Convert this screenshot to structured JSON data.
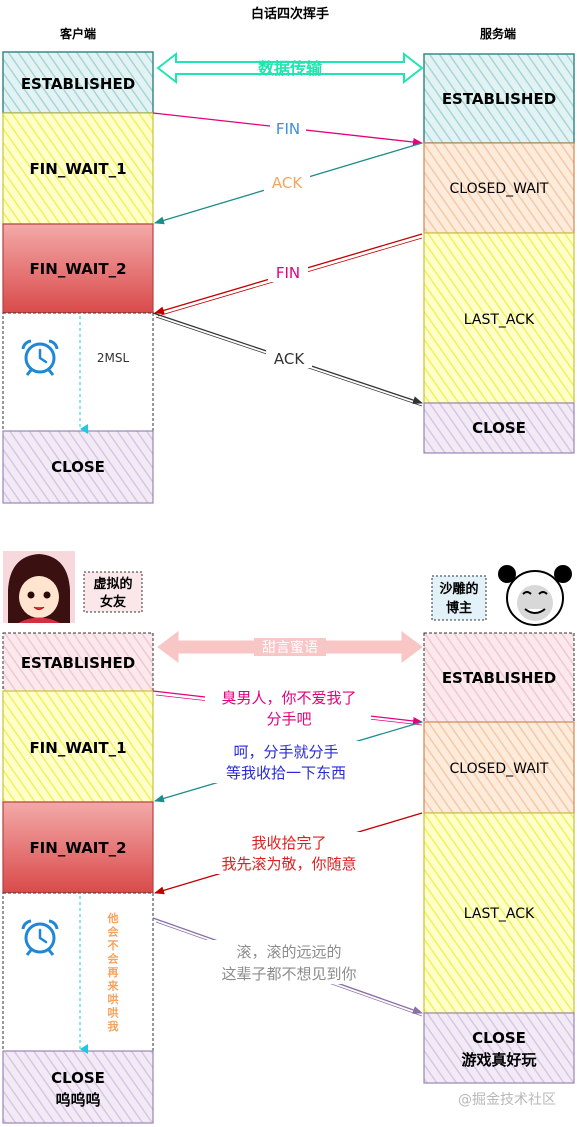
{
  "top": {
    "title": "白话四次挥手",
    "client_label": "客户端",
    "server_label": "服务端",
    "transfer_label": "数据传输",
    "client_states": [
      "ESTABLISHED",
      "FIN_WAIT_1",
      "FIN_WAIT_2",
      "CLOSE"
    ],
    "server_states": [
      "ESTABLISHED",
      "CLOSED_WAIT",
      "LAST_ACK",
      "CLOSE"
    ],
    "msg_fin1": "FIN",
    "msg_ack1": "ACK",
    "msg_fin2": "FIN",
    "msg_ack2": "ACK",
    "wait_label": "2MSL"
  },
  "bottom": {
    "girl_label_1": "虚拟的",
    "girl_label_2": "女友",
    "boy_label_1": "沙雕的",
    "boy_label_2": "博主",
    "transfer_label": "甜言蜜语",
    "client_states": [
      "ESTABLISHED",
      "FIN_WAIT_1",
      "FIN_WAIT_2"
    ],
    "client_close_1": "CLOSE",
    "client_close_2": "呜呜呜",
    "server_states": [
      "ESTABLISHED",
      "CLOSED_WAIT",
      "LAST_ACK"
    ],
    "server_close_1": "CLOSE",
    "server_close_2": "游戏真好玩",
    "msg1_line1": "臭男人，你不爱我了",
    "msg1_line2": "分手吧",
    "msg2_line1": "呵，分手就分手",
    "msg2_line2": "等我收拾一下东西",
    "msg3_line1": "我收拾完了",
    "msg3_line2": "我先滚为敬，你随意",
    "msg4_line1": "滚，滚的远远的",
    "msg4_line2": "这辈子都不想见到你",
    "wait_label": "他会不会再来哄哄我"
  },
  "watermark": "@掘金技术社区",
  "colors": {
    "established_fill": "#cfe8e8",
    "established_stroke": "#3a8a8a",
    "fin_wait_1_fill": "#ffffb3",
    "fin_wait_2_fill": "#f08080",
    "close_fill": "#e6d9f0",
    "closed_wait_fill": "#fce0cc",
    "pink": "#e6007e",
    "teal": "#1f8c8c",
    "red": "#c00000"
  }
}
